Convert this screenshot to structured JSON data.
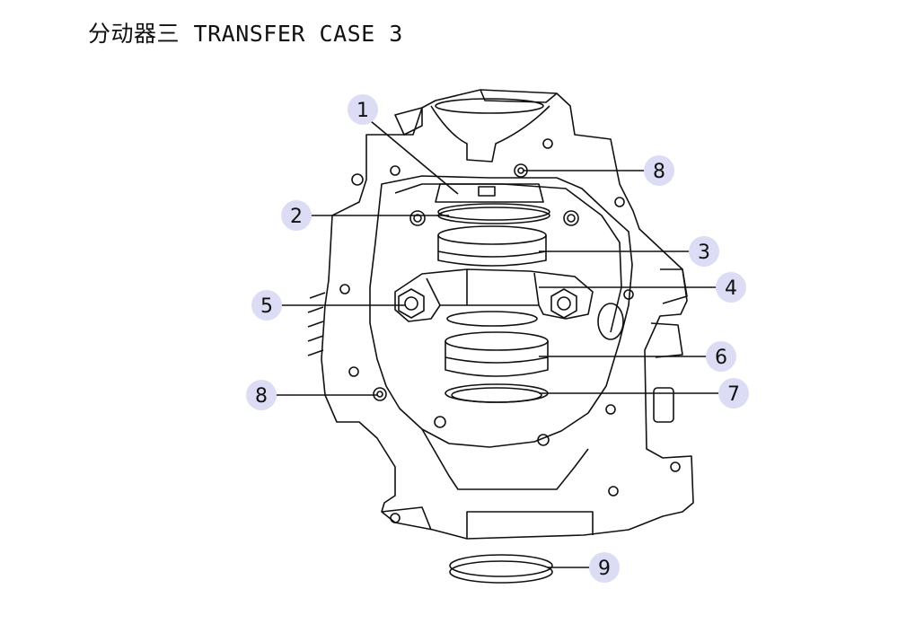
{
  "title": "分动器三 TRANSFER CASE 3",
  "callouts": [
    {
      "label": "1"
    },
    {
      "label": "2"
    },
    {
      "label": "3"
    },
    {
      "label": "4"
    },
    {
      "label": "5"
    },
    {
      "label": "6"
    },
    {
      "label": "7"
    },
    {
      "label": "8"
    },
    {
      "label": "8"
    },
    {
      "label": "9"
    }
  ],
  "colors": {
    "callout_fill": "#dcdcf5",
    "line": "#111111"
  }
}
